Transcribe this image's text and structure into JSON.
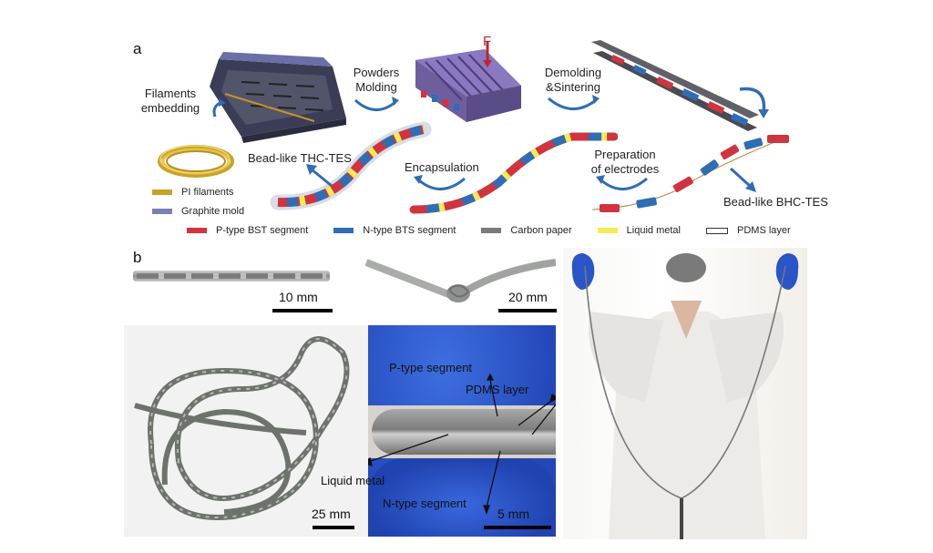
{
  "panel_a": {
    "letter": "a",
    "steps": {
      "filaments_embedding": "Filaments\nembedding",
      "powders_molding": "Powders\nMolding",
      "demolding_sintering": "Demolding\n&Sintering",
      "encapsulation": "Encapsulation",
      "preparation_electrodes": "Preparation\nof electrodes"
    },
    "labels": {
      "thc_tes": "Bead-like THC-TES",
      "bhc_tes": "Bead-like BHC-TES",
      "force": "F"
    },
    "legend_left": [
      {
        "label": "PI filaments",
        "color": "#c9a227"
      },
      {
        "label": "Graphite mold",
        "color": "#7b7fb0"
      }
    ],
    "legend_bottom": [
      {
        "label": "P-type BST segment",
        "color": "#d0343f"
      },
      {
        "label": "N-type BTS segment",
        "color": "#2f6db5"
      },
      {
        "label": "Carbon paper",
        "color": "#7a7a7a"
      },
      {
        "label": "Liquid metal",
        "color": "#f4ec55"
      },
      {
        "label": "PDMS layer",
        "color": "#ffffff"
      }
    ]
  },
  "panel_b": {
    "letter": "b",
    "scale_bars": {
      "straight": "10 mm",
      "knot": "20 mm",
      "coil": "25 mm",
      "closeup": "5 mm"
    },
    "closeup_annotations": {
      "p_type": "P-type segment",
      "pdms": "PDMS layer",
      "liquid_metal": "Liquid metal",
      "n_type": "N-type segment"
    }
  },
  "colors": {
    "arrow_blue": "#2f6db5",
    "p_red": "#d0343f",
    "n_blue": "#2f6db5",
    "glove_blue": "#2a55c8",
    "graphite": "#55586a"
  }
}
